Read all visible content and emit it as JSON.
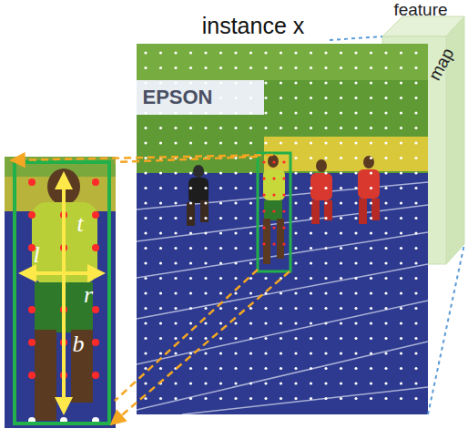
{
  "diagram": {
    "nodes": [
      {
        "text": [
          "instance x"
        ]
      }
    ],
    "labels": [
      "feature",
      "map",
      "EPSON",
      "t",
      "l",
      "r",
      "b"
    ]
  }
}
